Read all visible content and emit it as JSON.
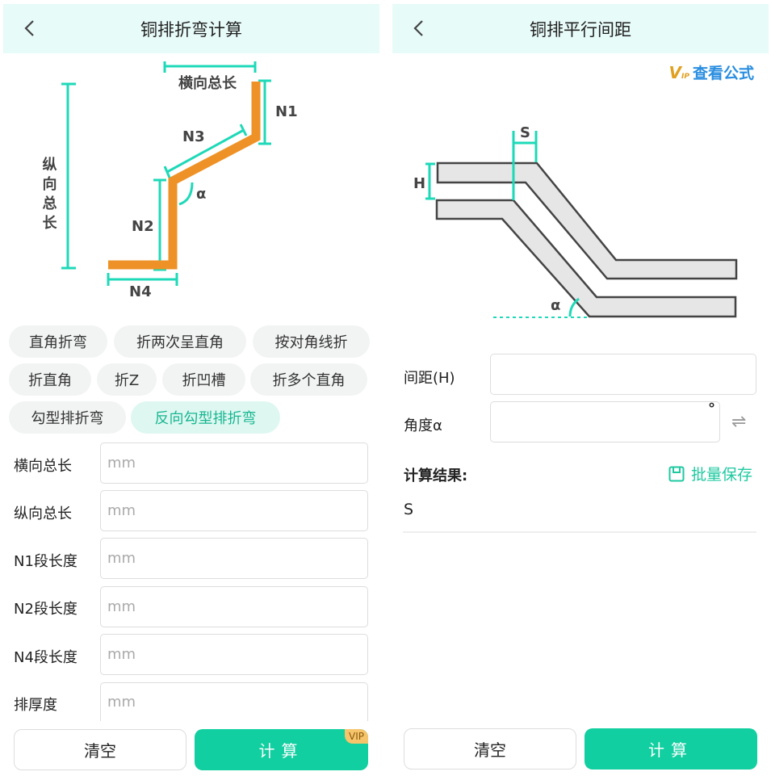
{
  "left": {
    "title": "铜排折弯计算",
    "diagram_labels": {
      "horizontal_total": "横向总长",
      "vertical_total": "纵向总长",
      "n1": "N1",
      "n2": "N2",
      "n3": "N3",
      "n4": "N4",
      "alpha": "α"
    },
    "chips": [
      {
        "label": "直角折弯",
        "active": false
      },
      {
        "label": "折两次呈直角",
        "active": false
      },
      {
        "label": "按对角线折",
        "active": false
      },
      {
        "label": "折直角",
        "active": false
      },
      {
        "label": "折Z",
        "active": false
      },
      {
        "label": "折凹槽",
        "active": false
      },
      {
        "label": "折多个直角",
        "active": false
      },
      {
        "label": "勾型排折弯",
        "active": false
      },
      {
        "label": "反向勾型排折弯",
        "active": true
      }
    ],
    "fields": [
      {
        "label": "横向总长",
        "placeholder": "mm"
      },
      {
        "label": "纵向总长",
        "placeholder": "mm"
      },
      {
        "label": "N1段长度",
        "placeholder": "mm"
      },
      {
        "label": "N2段长度",
        "placeholder": "mm"
      },
      {
        "label": "N4段长度",
        "placeholder": "mm"
      },
      {
        "label": "排厚度",
        "placeholder": "mm"
      }
    ],
    "clear_label": "清空",
    "calc_label": "计算",
    "vip_badge": "VIP"
  },
  "right": {
    "title": "铜排平行间距",
    "formula_link": "查看公式",
    "vip_logo": "VIP",
    "diagram_labels": {
      "s": "S",
      "h": "H",
      "alpha": "α"
    },
    "fields": [
      {
        "label": "间距(H)",
        "value": ""
      },
      {
        "label": "角度α",
        "value": "",
        "unit": "°"
      }
    ],
    "result_label": "计算结果:",
    "batch_save": "批量保存",
    "result_s": "S",
    "clear_label": "清空",
    "calc_label": "计算"
  },
  "colors": {
    "accent": "#11cfa0",
    "orange": "#ee9227",
    "header_bg": "#e7fbf8",
    "blue": "#2a8ee0"
  }
}
